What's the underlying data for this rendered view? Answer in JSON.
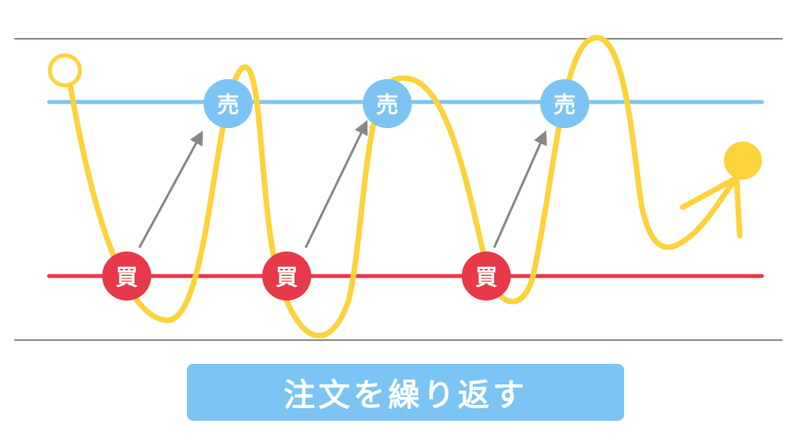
{
  "colors": {
    "frame_line": "#888888",
    "sell_line": "#7cc4f3",
    "buy_line": "#e8394a",
    "price_curve": "#fdd33c",
    "arrow": "#888888",
    "buy_marker": "#e8394a",
    "sell_marker": "#7cc4f3",
    "marker_text": "#ffffff",
    "caption_bg": "#7cc4f3",
    "caption_text": "#ffffff"
  },
  "icons": {
    "start_point": "hollow-circle-icon",
    "end_point": "filled-circle-icon",
    "trend_arrow": "arrowhead-icon"
  },
  "markers": {
    "buy_label": "買",
    "sell_label": "売"
  },
  "buy_markers": [
    {
      "label": "買"
    },
    {
      "label": "買"
    },
    {
      "label": "買"
    }
  ],
  "sell_markers": [
    {
      "label": "売"
    },
    {
      "label": "売"
    },
    {
      "label": "売"
    }
  ],
  "caption": {
    "text": "注文を繰り返す"
  }
}
